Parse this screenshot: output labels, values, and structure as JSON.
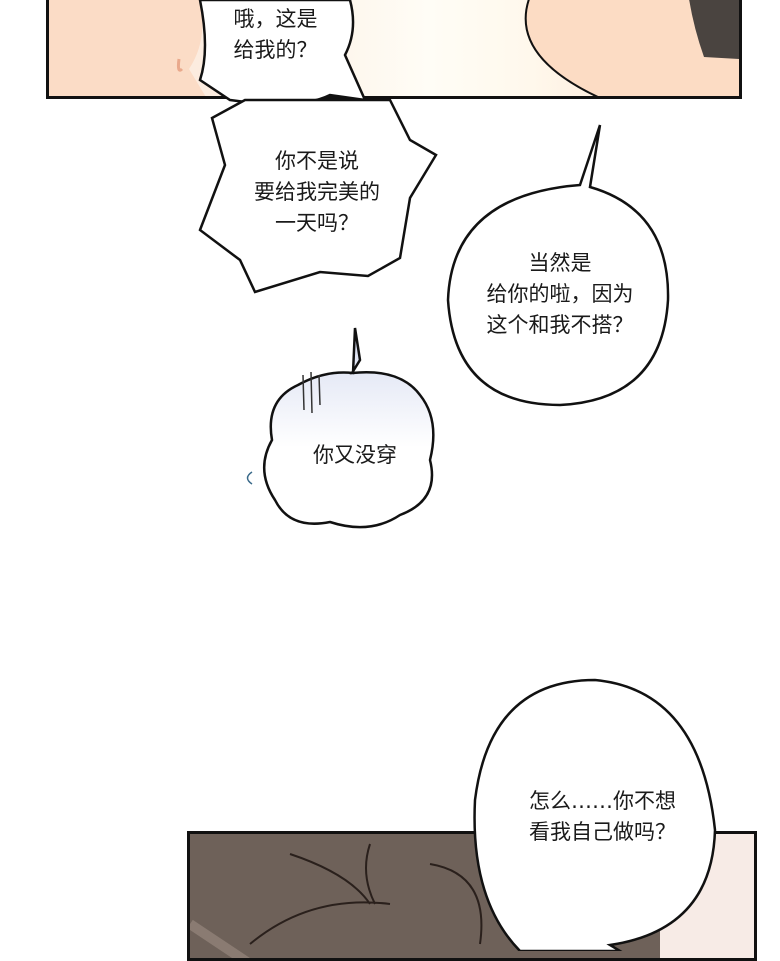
{
  "page": {
    "type": "comic-page",
    "background": "#ffffff"
  },
  "panels": [
    {
      "id": "top",
      "description": "close-up of two characters' skin tones, cropped",
      "colors": {
        "skin": "#fbdcc6",
        "hair": "#4a4440",
        "bg": "#fffdf6"
      }
    },
    {
      "id": "bottom",
      "description": "character's dark brown hair, top of head",
      "colors": {
        "hair": "#6e6159",
        "bg_right": "#f7ebe6"
      }
    }
  ],
  "bubbles": [
    {
      "id": "b1",
      "style": "spiky",
      "text": "哦，这是\n给我的？"
    },
    {
      "id": "b2",
      "style": "spiky",
      "text": "你不是说\n要给我完美的\n一天吗？"
    },
    {
      "id": "b3",
      "style": "round",
      "text": "当然是\n给你的啦，因为\n这个和我不搭？"
    },
    {
      "id": "b4",
      "style": "wavy-gloom",
      "text": "你又没穿"
    },
    {
      "id": "b5",
      "style": "round",
      "text": "怎么……你不想\n看我自己做吗？"
    }
  ]
}
